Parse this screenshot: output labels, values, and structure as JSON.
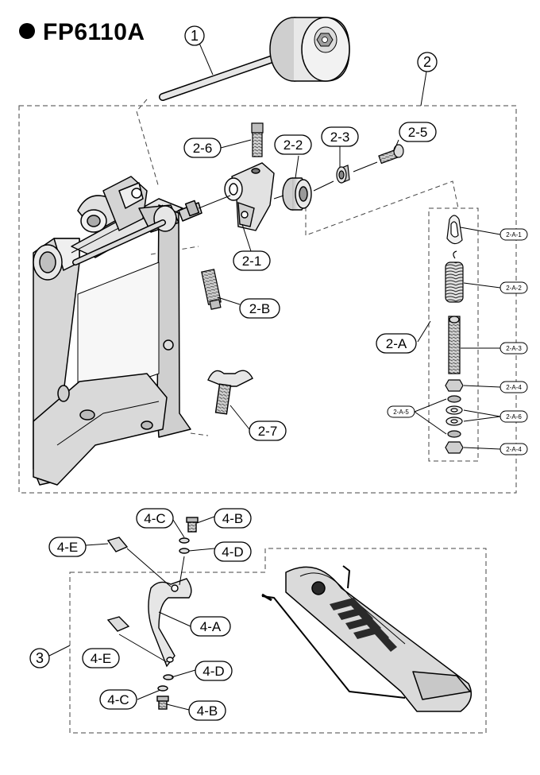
{
  "title": "FP6110A",
  "callouts": {
    "c1": "1",
    "c2": "2",
    "c3": "3"
  },
  "labels": {
    "l2_1": "2-1",
    "l2_2": "2-2",
    "l2_3": "2-3",
    "l2_5": "2-5",
    "l2_6": "2-6",
    "l2_7": "2-7",
    "l2_A": "2-A",
    "l2_B": "2-B",
    "l4_A": "4-A",
    "l4_B_top": "4-B",
    "l4_B_bot": "4-B",
    "l4_C_top": "4-C",
    "l4_C_bot": "4-C",
    "l4_D_top": "4-D",
    "l4_D_bot": "4-D",
    "l4_E_top": "4-E",
    "l4_E_bot": "4-E"
  },
  "small_labels": {
    "a1": "2-A-1",
    "a2": "2-A-2",
    "a3": "2-A-3",
    "a4_top": "2-A-4",
    "a4_bot": "2-A-4",
    "a5": "2-A-5",
    "a6": "2-A-6"
  }
}
